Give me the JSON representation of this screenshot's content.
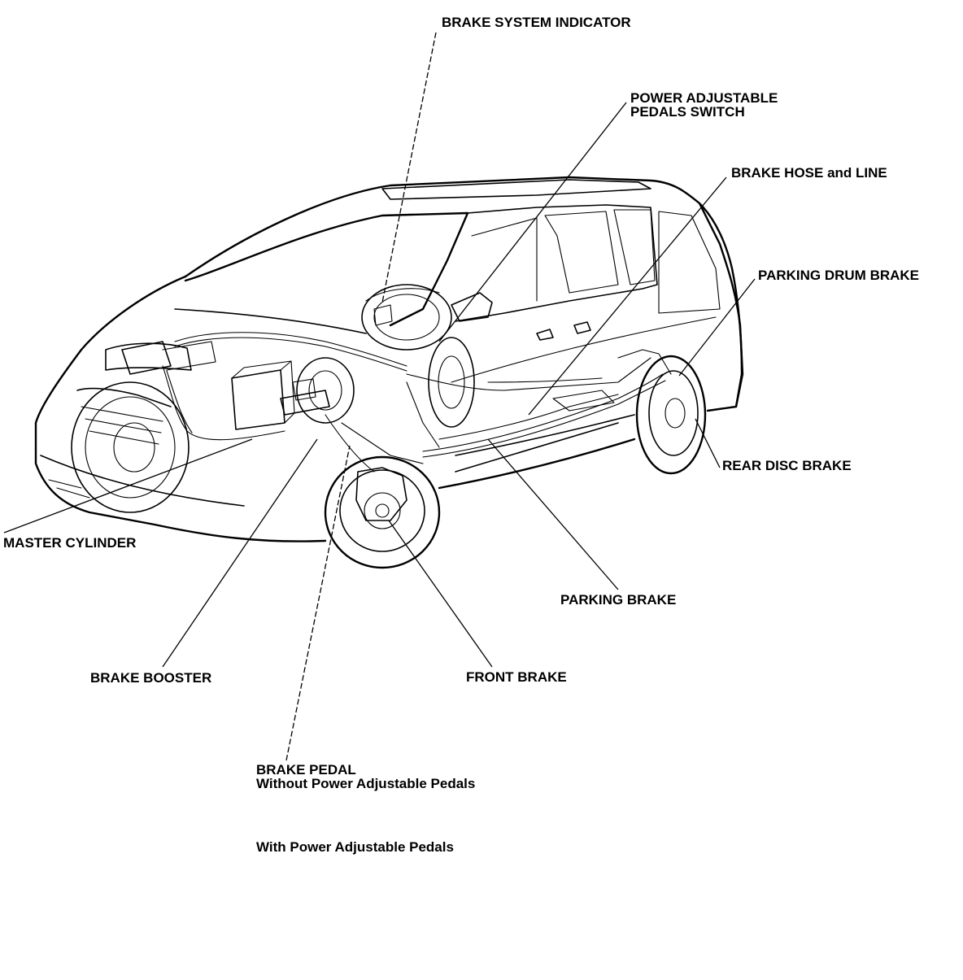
{
  "labels": {
    "brake_system_indicator": "BRAKE SYSTEM INDICATOR",
    "power_adjustable_pedals_switch": [
      "POWER ADJUSTABLE",
      "PEDALS SWITCH"
    ],
    "brake_hose_and_line": "BRAKE HOSE and LINE",
    "parking_drum_brake": "PARKING DRUM BRAKE",
    "rear_disc_brake": "REAR DISC BRAKE",
    "master_cylinder": "MASTER CYLINDER",
    "parking_brake": "PARKING BRAKE",
    "brake_booster": "BRAKE BOOSTER",
    "front_brake": "FRONT BRAKE",
    "brake_pedal": [
      "BRAKE PEDAL",
      "Without Power Adjustable Pedals"
    ],
    "with_power_adjustable_pedals": "With Power Adjustable Pedals"
  }
}
